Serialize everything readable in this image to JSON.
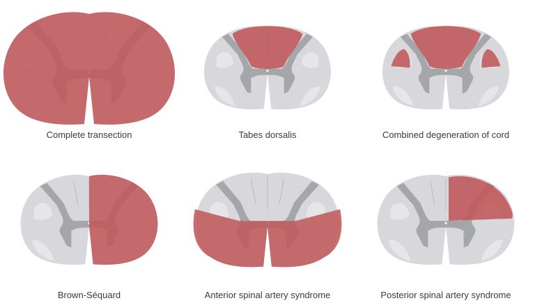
{
  "figure": {
    "colors": {
      "white_matter": "#d8d8dc",
      "white_light": "#e6e6ea",
      "grey_matter": "#a5a6aa",
      "lesion": "#c05a5c",
      "lesion_dark": "#a84a4e",
      "caption_text": "#3a3a3f",
      "background": "#ffffff"
    },
    "panels": [
      {
        "id": "complete-transection",
        "caption": "Complete transection",
        "lesion": "entire cord"
      },
      {
        "id": "tabes-dorsalis",
        "caption": "Tabes dorsalis",
        "lesion": "dorsal columns"
      },
      {
        "id": "combined-degeneration",
        "caption": "Combined degeneration of cord",
        "lesion": "dorsal columns and lateral corticospinal tracts"
      },
      {
        "id": "brown-sequard",
        "caption": "Brown-Séquard",
        "lesion": "right hemisection"
      },
      {
        "id": "anterior-spinal-artery",
        "caption": "Anterior spinal artery syndrome",
        "lesion": "anterior two-thirds"
      },
      {
        "id": "posterior-spinal-artery",
        "caption": "Posterior spinal artery syndrome",
        "lesion": "right posterior quadrant"
      }
    ]
  }
}
